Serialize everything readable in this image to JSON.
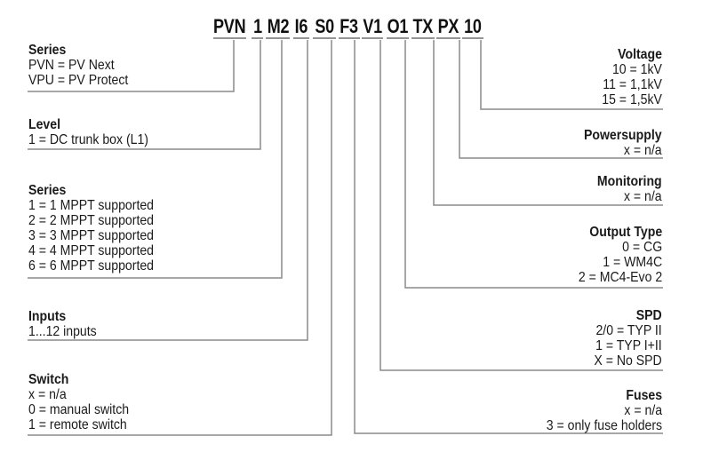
{
  "model_code": {
    "full_code": "PVN 1 M2 I6 S0 F3 V1 O1 TX PX 10",
    "segments": [
      "PVN",
      "1",
      "M2",
      "I6",
      "S0",
      "F3",
      "V1",
      "O1",
      "TX",
      "PX",
      "10"
    ]
  },
  "left_sections": [
    {
      "title": "Series",
      "entries": [
        "PVN = PV Next",
        "VPU = PV Protect"
      ]
    },
    {
      "title": "Level",
      "entries": [
        "1 = DC trunk box (L1)"
      ]
    },
    {
      "title": "Series",
      "entries": [
        "1 = 1 MPPT supported",
        "2 = 2 MPPT supported",
        "3 = 3 MPPT supported",
        "4 = 4 MPPT supported",
        "6 = 6 MPPT supported"
      ]
    },
    {
      "title": "Inputs",
      "entries": [
        "1...12 inputs"
      ]
    },
    {
      "title": "Switch",
      "entries": [
        "x = n/a",
        "0 = manual switch",
        "1 = remote switch"
      ]
    }
  ],
  "right_sections": [
    {
      "title": "Voltage",
      "entries": [
        "10 = 1kV",
        "11 = 1,1kV",
        "15 = 1,5kV"
      ]
    },
    {
      "title": "Powersupply",
      "entries": [
        "x = n/a"
      ]
    },
    {
      "title": "Monitoring",
      "entries": [
        "x = n/a"
      ]
    },
    {
      "title": "Output Type",
      "entries": [
        "0 = CG",
        "1 = WM4C",
        "2 = MC4-Evo 2"
      ]
    },
    {
      "title": "SPD",
      "entries": [
        "2/0 = TYP II",
        "1 = TYP I+II",
        "X = No SPD"
      ]
    },
    {
      "title": "Fuses",
      "entries": [
        "x = n/a",
        "3 = only fuse holders"
      ]
    }
  ],
  "colors": {
    "text": "#1a1a1a",
    "line": "#8a8a8a",
    "background": "#ffffff"
  }
}
